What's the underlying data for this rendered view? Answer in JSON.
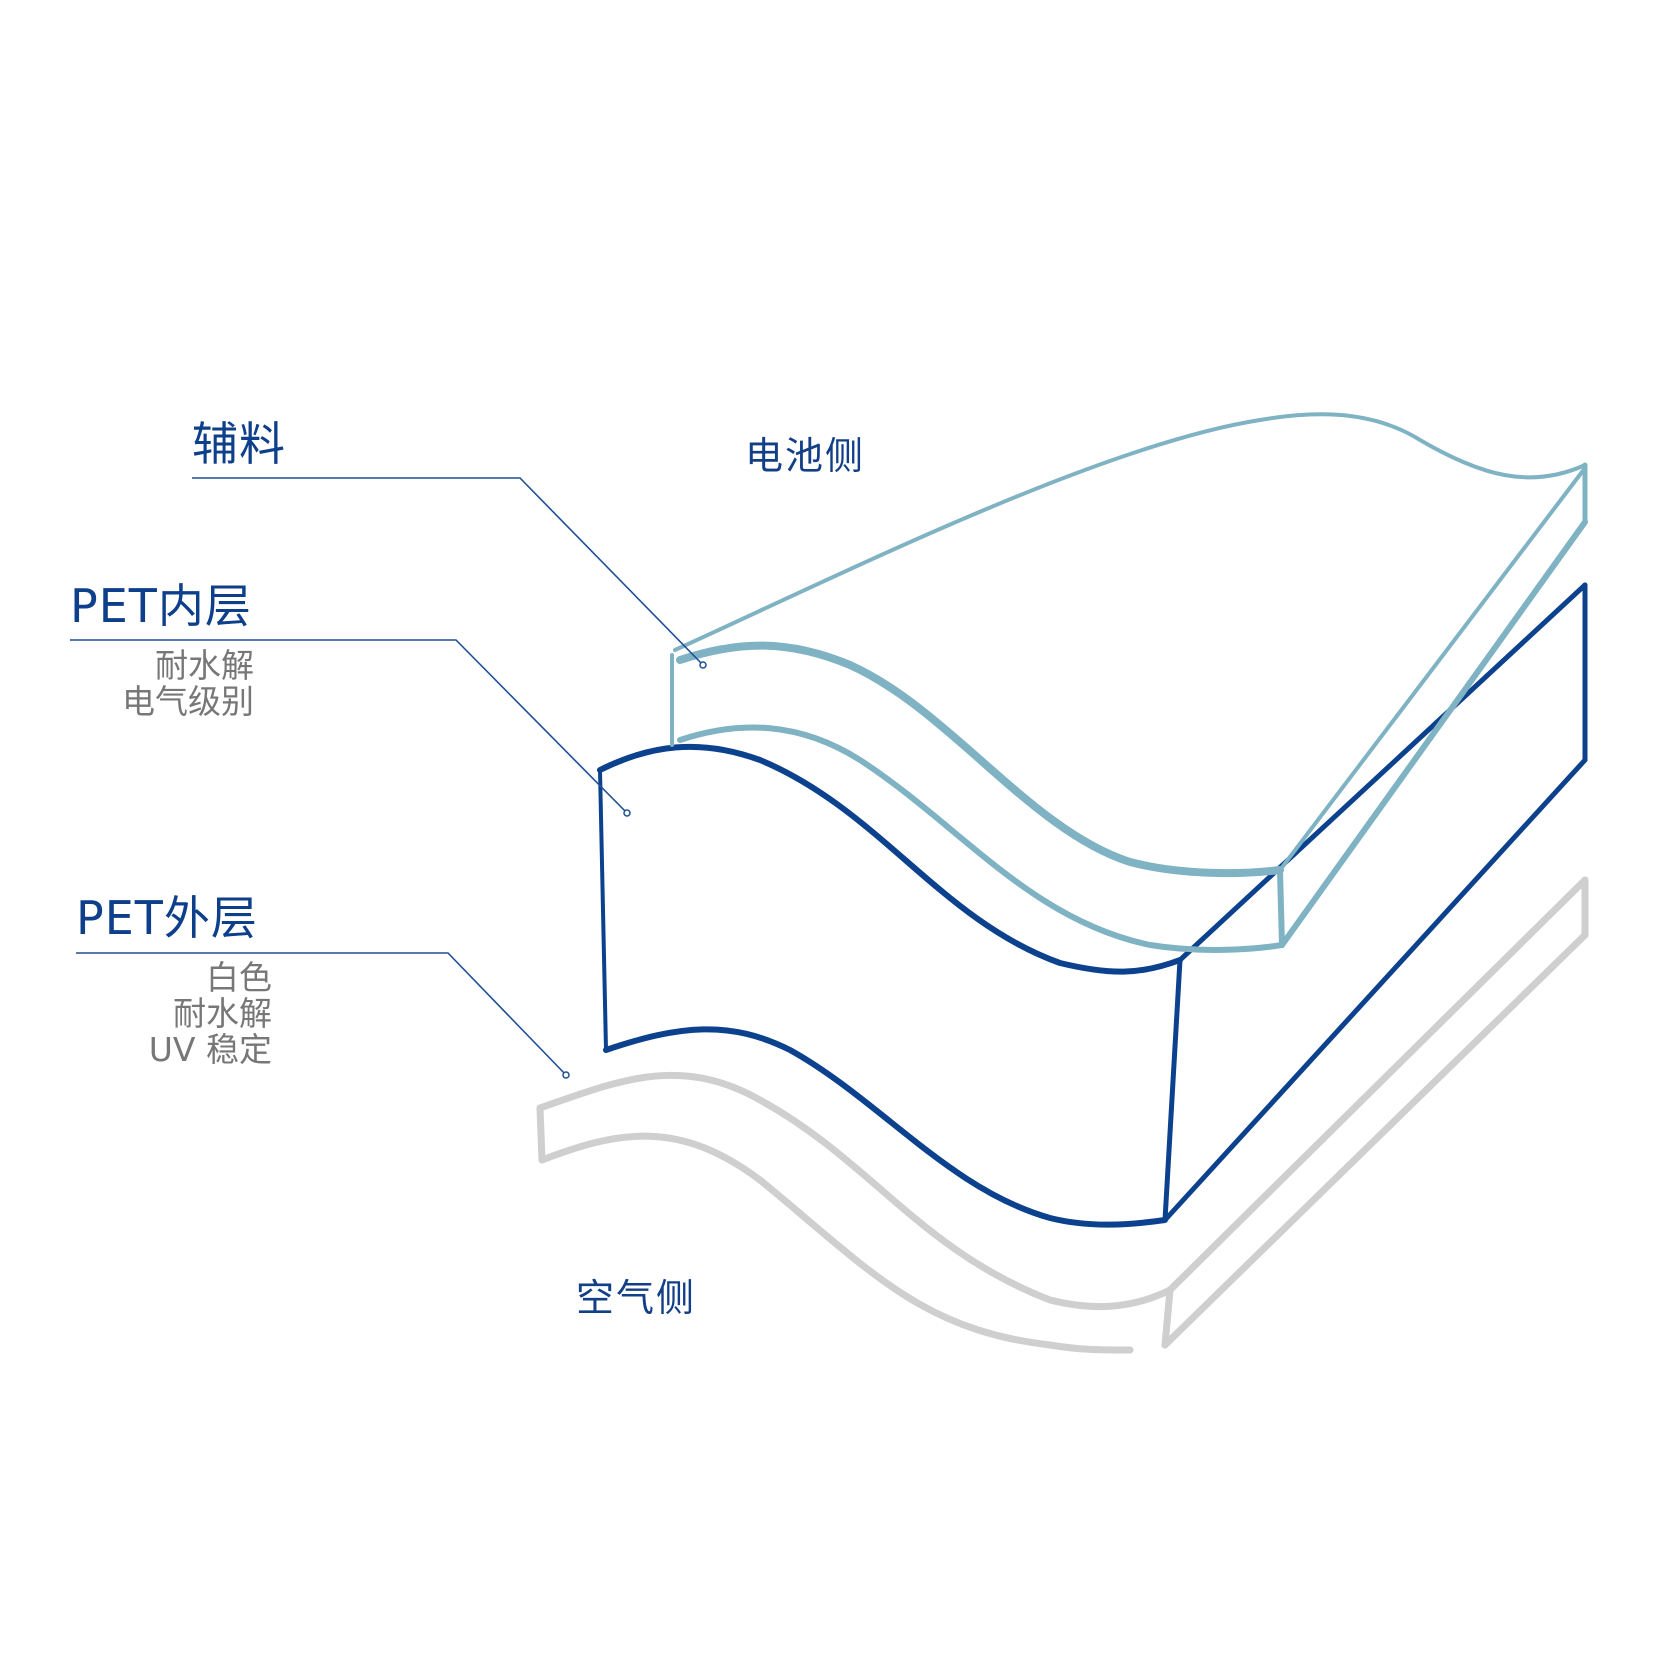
{
  "layers": {
    "auxiliary": {
      "title": "辅料",
      "color": "#7fb3c3"
    },
    "pet_inner": {
      "title": "PET内层",
      "properties": [
        "耐水解",
        "电气级别"
      ],
      "color": "#0c418d"
    },
    "pet_outer": {
      "title": "PET外层",
      "properties": [
        "白色",
        "耐水解",
        "UV 稳定"
      ],
      "color": "#cfcfcf"
    }
  },
  "sides": {
    "battery_side": "电池侧",
    "air_side": "空气侧"
  },
  "colors": {
    "title_text": "#0e3f8a",
    "property_text": "#777777",
    "leader_line": "#1e4f96"
  }
}
